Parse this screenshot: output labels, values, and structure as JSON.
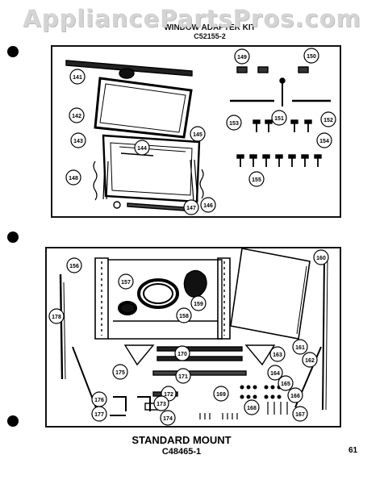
{
  "watermark": "AppliancePartsPros.com",
  "top_panel": {
    "title": "WINDOW ADAPTER KIT",
    "code": "C52155-2",
    "callouts": [
      "141",
      "142",
      "143",
      "144",
      "145",
      "146",
      "147",
      "148",
      "149",
      "150",
      "151",
      "152",
      "153",
      "154",
      "155"
    ]
  },
  "bottom_panel": {
    "title": "STANDARD MOUNT",
    "code": "C48465-1",
    "callouts": [
      "156",
      "157",
      "158",
      "159",
      "160",
      "161",
      "162",
      "163",
      "164",
      "165",
      "166",
      "167",
      "168",
      "169",
      "170",
      "171",
      "172",
      "173",
      "174",
      "175",
      "176",
      "177",
      "178"
    ]
  },
  "page_number": "61"
}
